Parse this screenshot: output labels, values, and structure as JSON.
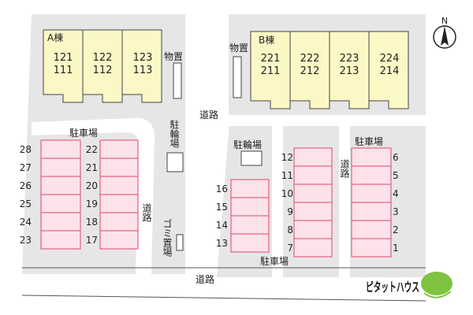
{
  "building_a": {
    "label": "A棟",
    "units": [
      {
        "upper": "121",
        "lower": "111"
      },
      {
        "upper": "122",
        "lower": "112"
      },
      {
        "upper": "123",
        "lower": "113"
      }
    ]
  },
  "building_b": {
    "label": "B棟",
    "units": [
      {
        "upper": "221",
        "lower": "211"
      },
      {
        "upper": "222",
        "lower": "212"
      },
      {
        "upper": "223",
        "lower": "213"
      },
      {
        "upper": "224",
        "lower": "214"
      }
    ]
  },
  "labels": {
    "storage": "物置",
    "road": "道路",
    "bicycle": "駐輪場",
    "parking": "駐車場",
    "garbage": "ゴミ置場"
  },
  "parking": {
    "left_outer": [
      "28",
      "27",
      "26",
      "25",
      "24",
      "23"
    ],
    "left_inner": [
      "22",
      "21",
      "20",
      "19",
      "18",
      "17"
    ],
    "middle": [
      "16",
      "15",
      "14",
      "13"
    ],
    "center": [
      "12",
      "11",
      "10",
      "9",
      "8",
      "7"
    ],
    "right": [
      "6",
      "5",
      "4",
      "3",
      "2",
      "1"
    ]
  },
  "north": "N",
  "logo": {
    "text": "ピタットハウス"
  },
  "colors": {
    "building_fill": "#fbf8c6",
    "building_stroke": "#444444",
    "parking_fill": "#fde2ea",
    "parking_stroke": "#e0476a",
    "ground": "#e6e6e6",
    "logo_green": "#7ec242"
  }
}
